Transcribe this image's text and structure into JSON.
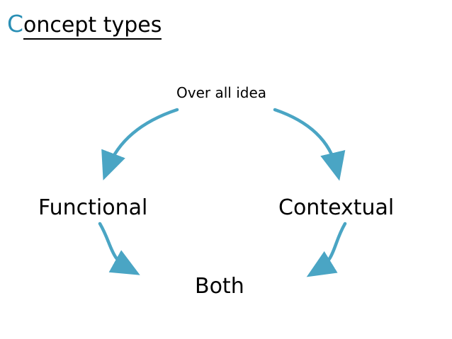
{
  "slide": {
    "title": {
      "first_letter": "C",
      "rest": "oncept types "
    },
    "background_color": "#ffffff",
    "text_color": "#000000",
    "arrow_color": "#4aa5c4"
  },
  "diagram": {
    "type": "cycle",
    "nodes": [
      {
        "id": "overall",
        "label": "Over all idea",
        "position": "top-center"
      },
      {
        "id": "functional",
        "label": "Functional",
        "position": "left"
      },
      {
        "id": "contextual",
        "label": "Contextual",
        "position": "right"
      },
      {
        "id": "both",
        "label": "Both",
        "position": "bottom-center"
      }
    ],
    "arrows": [
      {
        "from": "overall",
        "to": "functional",
        "direction": "down-left"
      },
      {
        "from": "overall",
        "to": "contextual",
        "direction": "down-right"
      },
      {
        "from": "functional",
        "to": "both",
        "direction": "down-right"
      },
      {
        "from": "contextual",
        "to": "both",
        "direction": "down-left"
      }
    ]
  }
}
